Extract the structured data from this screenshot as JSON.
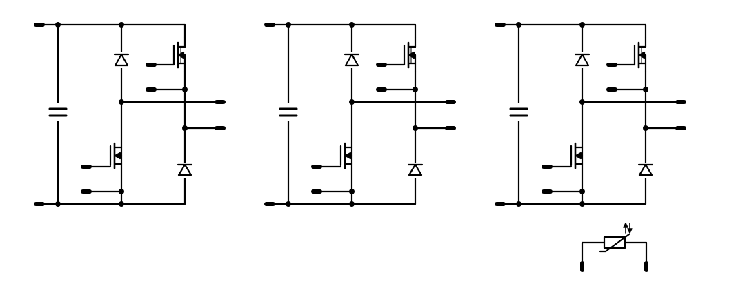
{
  "colors": {
    "background": "#ffffff",
    "wire": "#000000"
  },
  "diagram": {
    "type": "circuit-schematic",
    "module_count": 3,
    "modules": [
      {
        "index": 1,
        "components": [
          "capacitor",
          "high-side-diode",
          "high-side-mosfet",
          "low-side-mosfet",
          "low-side-diode"
        ]
      },
      {
        "index": 2,
        "components": [
          "capacitor",
          "high-side-diode",
          "high-side-mosfet",
          "low-side-mosfet",
          "low-side-diode"
        ]
      },
      {
        "index": 3,
        "components": [
          "capacitor",
          "high-side-diode",
          "high-side-mosfet",
          "low-side-mosfet",
          "low-side-diode"
        ]
      }
    ],
    "extra_components": [
      "ntc-thermistor"
    ],
    "labels": []
  }
}
